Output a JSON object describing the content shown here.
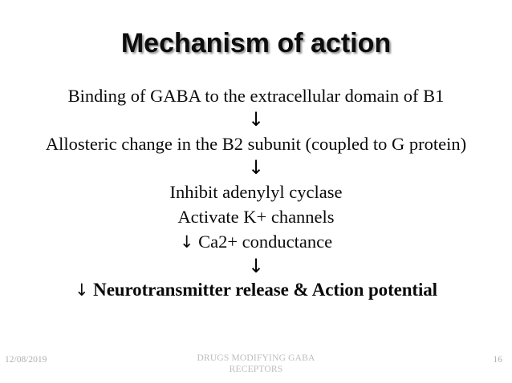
{
  "slide": {
    "title": "Mechanism of action",
    "page_background": "#ffffff",
    "title_color": "#0d0d0d",
    "body_color": "#0a0a0a",
    "footer_color": "#b3b3b3"
  },
  "body": {
    "lines": [
      {
        "kind": "text",
        "text": "Binding of GABA to the extracellular domain of B1"
      },
      {
        "kind": "arrow",
        "text": "↓"
      },
      {
        "kind": "text",
        "text": "Allosteric change in the B2 subunit (coupled to G protein)"
      },
      {
        "kind": "arrow",
        "text": "↓"
      },
      {
        "kind": "text",
        "text": "Inhibit adenylyl cyclase"
      },
      {
        "kind": "text",
        "text": "Activate K+ channels"
      },
      {
        "kind": "text",
        "text": "↓ Ca2+ conductance"
      },
      {
        "kind": "arrow",
        "text": "↓"
      },
      {
        "kind": "bold",
        "text": "↓ Neurotransmitter release & Action potential"
      }
    ],
    "line_1": "Binding of GABA to the extracellular domain of B1",
    "arrow_1": "↓",
    "line_2": "Allosteric change in the B2 subunit (coupled to G protein)",
    "arrow_2": "↓",
    "line_3": "Inhibit adenylyl cyclase",
    "line_4": "Activate K+ channels",
    "line_5_arrow": "↓",
    "line_5_text": " Ca2+ conductance",
    "arrow_3": "↓",
    "line_6_arrow": "↓",
    "line_6_text": " Neurotransmitter release & Action potential"
  },
  "footer": {
    "date": "12/08/2019",
    "center_text": "DRUGS MODIFYING GABA RECEPTORS",
    "page_number": "16"
  }
}
